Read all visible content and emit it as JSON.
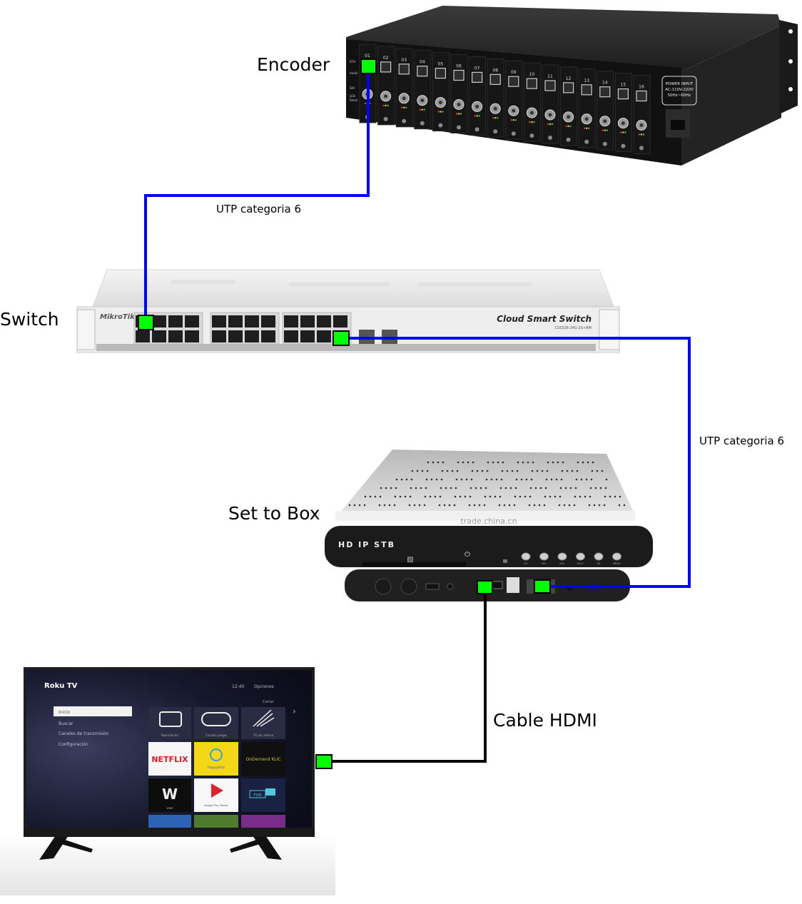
{
  "diagram": {
    "colors": {
      "utp_cable": "#0000ff",
      "hdmi_cable": "#000000",
      "connector": "#00ff00",
      "connector_border": "#000000",
      "background": "#ffffff"
    },
    "nodes": {
      "encoder": {
        "label": "Encoder",
        "ports": [
          "01",
          "02",
          "03",
          "04",
          "05",
          "06",
          "07",
          "08",
          "09",
          "10",
          "11",
          "12",
          "13",
          "14",
          "15",
          "16"
        ],
        "side_labels": [
          "ETH",
          "Audio",
          "SDI",
          "LED",
          "Reset"
        ],
        "power_label_lines": [
          "POWER INPUT",
          "AC:110V-220V",
          "50Hz~60Hz"
        ]
      },
      "switch": {
        "label": "Switch",
        "brand": "MikroTik",
        "product_name": "Cloud Smart Switch",
        "model": "CSS326-24G-2S+RM"
      },
      "set_top_box": {
        "label": "Set to Box",
        "front_text": "HD IP STB",
        "watermark": "trade.china.cn",
        "buttons": [
          "CH-",
          "CH+",
          "VOL-",
          "VOL+",
          "OK",
          "MENU"
        ]
      },
      "tv": {
        "brand": "Roku TV",
        "time": "12:40",
        "options_label": "Opciones",
        "settings_hint": "Cerrar",
        "menu": [
          "Inicio",
          "Buscar",
          "Canales de transmisión",
          "Configuración"
        ],
        "tiles_row1": [
          "Reproductor",
          "Consola juegos",
          "TV por antena"
        ],
        "tiles_row2": [
          "NETFLIX",
          "HappyKids",
          "OnDemand KLIC"
        ],
        "tiles_row3": [
          "WWE",
          "Google Play Movies",
          "FYIO"
        ]
      }
    },
    "connections": [
      {
        "from": "encoder",
        "to": "switch",
        "type": "utp",
        "label": "UTP categoria 6"
      },
      {
        "from": "switch",
        "to": "set_top_box",
        "type": "utp",
        "label": "UTP categoria 6"
      },
      {
        "from": "set_top_box",
        "to": "tv",
        "type": "hdmi",
        "label": "Cable HDMI"
      }
    ]
  }
}
